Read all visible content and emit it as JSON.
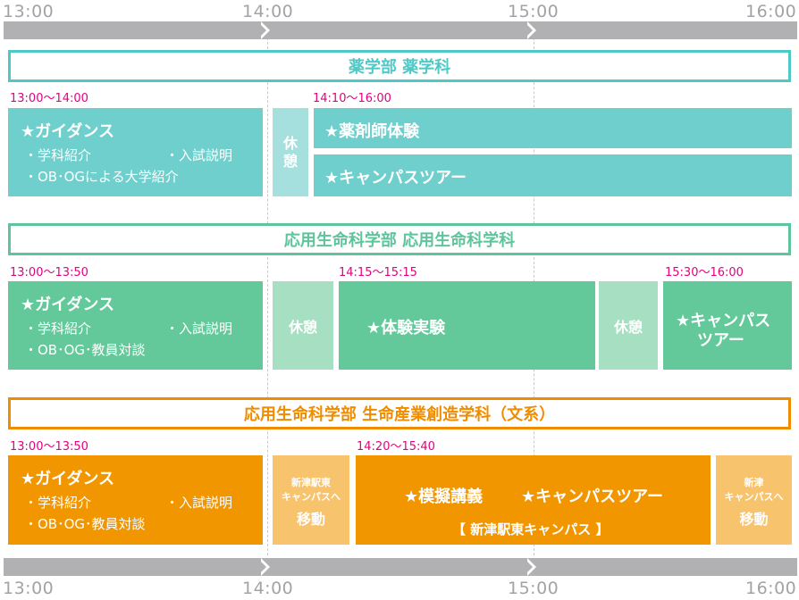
{
  "colors": {
    "teal_header": "#4fc9c6",
    "teal_block": "#6fcfcd",
    "teal_light": "#a5e0df",
    "green_header": "#5ec49b",
    "green_block": "#63c99a",
    "green_light": "#a6dfc2",
    "orange_header": "#f08c00",
    "orange_block": "#f29600",
    "orange_light": "#f8c36d",
    "time_label": "#e4007f",
    "timeline_bar": "#b1b1b3",
    "tick_label": "#a3a3a3"
  },
  "timeline": {
    "top_ticks": [
      "13:00",
      "14:00",
      "15:00",
      "16:00"
    ],
    "bottom_ticks": [
      "13:00",
      "14:00",
      "15:00",
      "16:00"
    ]
  },
  "sections": [
    {
      "header": "薬学部 薬学科",
      "guidance_time": "13:00〜14:00",
      "guidance_title": "★ガイダンス",
      "guidance_items": [
        "・学科紹介",
        "・入試説明",
        "・OB･OGによる大学紹介"
      ],
      "break_label": "休憩",
      "program_time": "14:10〜16:00",
      "program_a": "★薬剤師体験",
      "program_b": "★キャンパスツアー"
    },
    {
      "header": "応用生命科学部 応用生命科学科",
      "guidance_time": "13:00〜13:50",
      "guidance_title": "★ガイダンス",
      "guidance_items": [
        "・学科紹介",
        "・入試説明",
        "・OB･OG･教員対談"
      ],
      "break_label_1": "休憩",
      "program_time": "14:15〜15:15",
      "program": "★体験実験",
      "break_label_2": "休憩",
      "tour_time": "15:30〜16:00",
      "tour_line1": "★キャンパス",
      "tour_line2": "ツアー"
    },
    {
      "header": "応用生命科学部 生命産業創造学科（文系）",
      "guidance_time": "13:00〜13:50",
      "guidance_title": "★ガイダンス",
      "guidance_items": [
        "・学科紹介",
        "・入試説明",
        "・OB･OG･教員対談"
      ],
      "move_1": [
        "新津駅東",
        "キャンパスへ",
        "移動"
      ],
      "program_time": "14:20〜15:40",
      "program_a": "★模擬講義",
      "program_b": "★キャンパスツアー",
      "program_place": "【 新津駅東キャンパス 】",
      "move_2": [
        "新津",
        "キャンパスへ",
        "移動"
      ]
    }
  ]
}
